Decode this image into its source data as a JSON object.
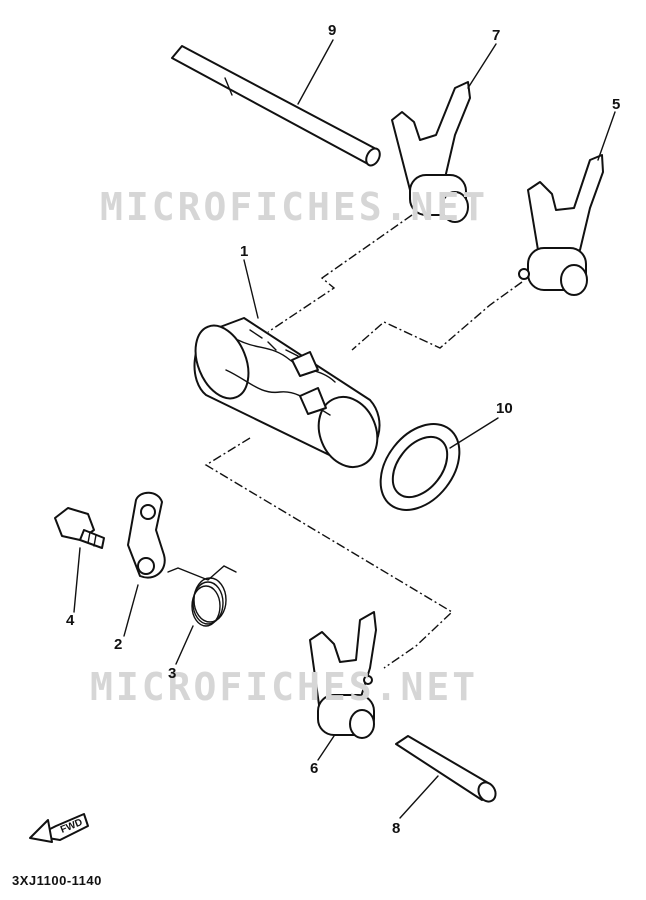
{
  "watermark": "MICROFICHES.NET",
  "diagram_code": "3XJ1100-1140",
  "fwd_label": "FWD",
  "callouts": [
    {
      "id": "1",
      "label": "1"
    },
    {
      "id": "2",
      "label": "2"
    },
    {
      "id": "3",
      "label": "3"
    },
    {
      "id": "4",
      "label": "4"
    },
    {
      "id": "5",
      "label": "5"
    },
    {
      "id": "6",
      "label": "6"
    },
    {
      "id": "7",
      "label": "7"
    },
    {
      "id": "8",
      "label": "8"
    },
    {
      "id": "9",
      "label": "9"
    },
    {
      "id": "10",
      "label": "10"
    }
  ]
}
